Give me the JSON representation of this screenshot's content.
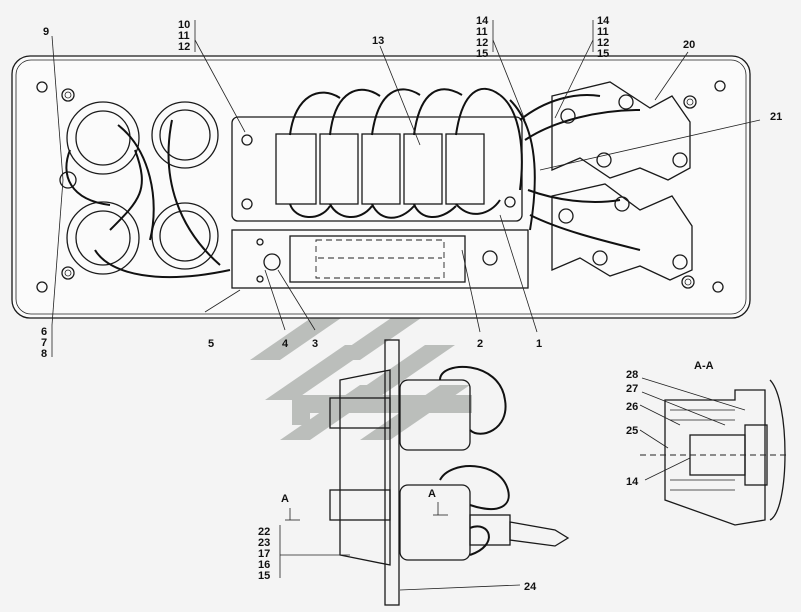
{
  "labels": {
    "l9": "9",
    "l10": "10",
    "l11a": "11",
    "l12a": "12",
    "l13": "13",
    "l14a": "14",
    "l11b": "11",
    "l12b": "12",
    "l15a": "15",
    "l14b": "14",
    "l11c": "11",
    "l12c": "12",
    "l15b": "15",
    "l20": "20",
    "l21": "21",
    "l6": "6",
    "l7": "7",
    "l8": "8",
    "l5": "5",
    "l4": "4",
    "l3": "3",
    "l2": "2",
    "l1": "1",
    "lAA": "А-А",
    "l28": "28",
    "l27": "27",
    "l26": "26",
    "l25": "25",
    "l14c": "14",
    "lA1": "А",
    "lA2": "А",
    "l22": "22",
    "l23": "23",
    "l17": "17",
    "l16": "16",
    "l15c": "15",
    "l24": "24"
  },
  "watermark_color": "#8a8f8a"
}
